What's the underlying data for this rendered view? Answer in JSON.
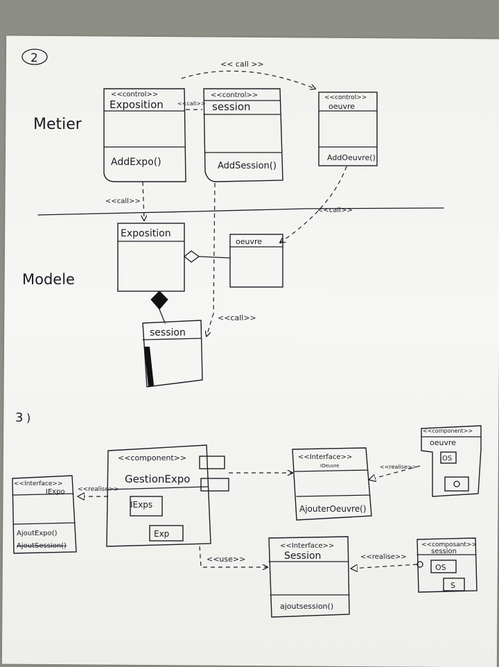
{
  "section_2": {
    "number": "2",
    "layer_metier": "Metier",
    "layer_modele": "Modele",
    "call_top": "<< call >>",
    "control_exposition": {
      "stereotype": "<<control>>",
      "name": "Exposition",
      "op": "AddExpo()"
    },
    "control_session": {
      "stereotype": "<<control>>",
      "name": "session",
      "op": "AddSession()"
    },
    "control_oeuvre": {
      "stereotype": "<<control>>",
      "name": "oeuvre",
      "op": "AddOeuvre()"
    },
    "call_expo_session": "<<call>>",
    "call_expo_down": "<<call>>",
    "call_oeuvre_down": "<<call>>",
    "call_session_down": "<<call>>",
    "model_exposition": "Exposition",
    "model_oeuvre": "oeuvre",
    "model_session": "session"
  },
  "section_3": {
    "number": "3",
    "comp_gestion": {
      "stereotype": "<<component>>",
      "name": "GestionExpo",
      "inner_1": "IExps",
      "inner_2": "Exp"
    },
    "iface_iexpo": {
      "stereotype": "<<Interface>>",
      "name": "IExpo",
      "op1": "AjoutExpo()",
      "op2": "AjoutSession()"
    },
    "realise_left": "<<realise>>",
    "iface_oeuvre": {
      "stereotype": "<<Interface>>",
      "name": "IOeuvre",
      "op": "AjouterOeuvre()"
    },
    "realise_oeuvre": "<<realise>>",
    "comp_oeuvre": {
      "stereotype": "<<component>>",
      "name": "oeuvre",
      "inner": "OS"
    },
    "iface_session": {
      "stereotype": "<<Interface>>",
      "name": "Session",
      "op": "ajoutsession()"
    },
    "use_label": "<<use>>",
    "realise_session": "<<realise>>",
    "comp_session": {
      "stereotype": "<<composant>>",
      "name": "session",
      "inner_1": "OS",
      "inner_2": "S"
    }
  }
}
